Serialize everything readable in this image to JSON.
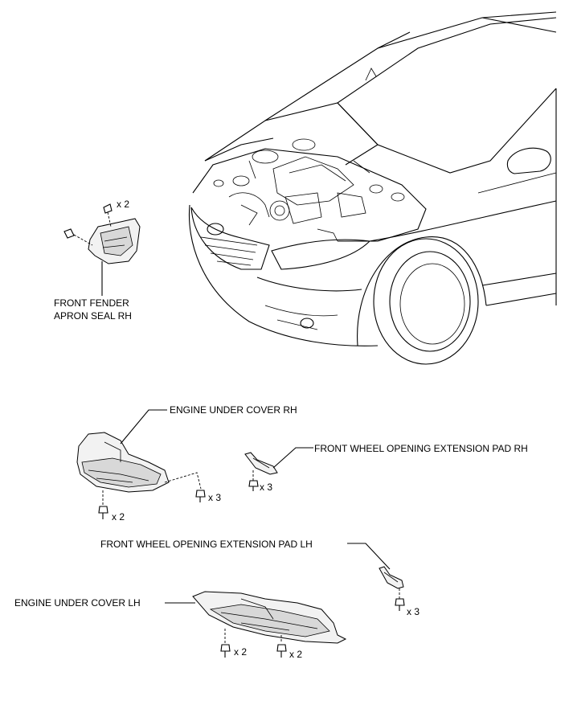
{
  "labels": {
    "front_fender_apron_seal_rh_line1": "FRONT FENDER",
    "front_fender_apron_seal_rh_line2": "APRON SEAL RH",
    "engine_under_cover_rh": "ENGINE UNDER COVER RH",
    "front_wheel_opening_extension_pad_rh": "FRONT WHEEL OPENING EXTENSION PAD RH",
    "front_wheel_opening_extension_pad_lh": "FRONT WHEEL OPENING EXTENSION PAD LH",
    "engine_under_cover_lh": "ENGINE UNDER COVER LH"
  },
  "quantities": {
    "apron_seal_clips": "x 2",
    "under_cover_rh_bolts": "x 2",
    "under_cover_rh_clips": "x 3",
    "pad_rh_clips": "x 3",
    "pad_lh_clips": "x 3",
    "under_cover_lh_bolts": "x 2",
    "under_cover_lh_clips": "x 2"
  }
}
